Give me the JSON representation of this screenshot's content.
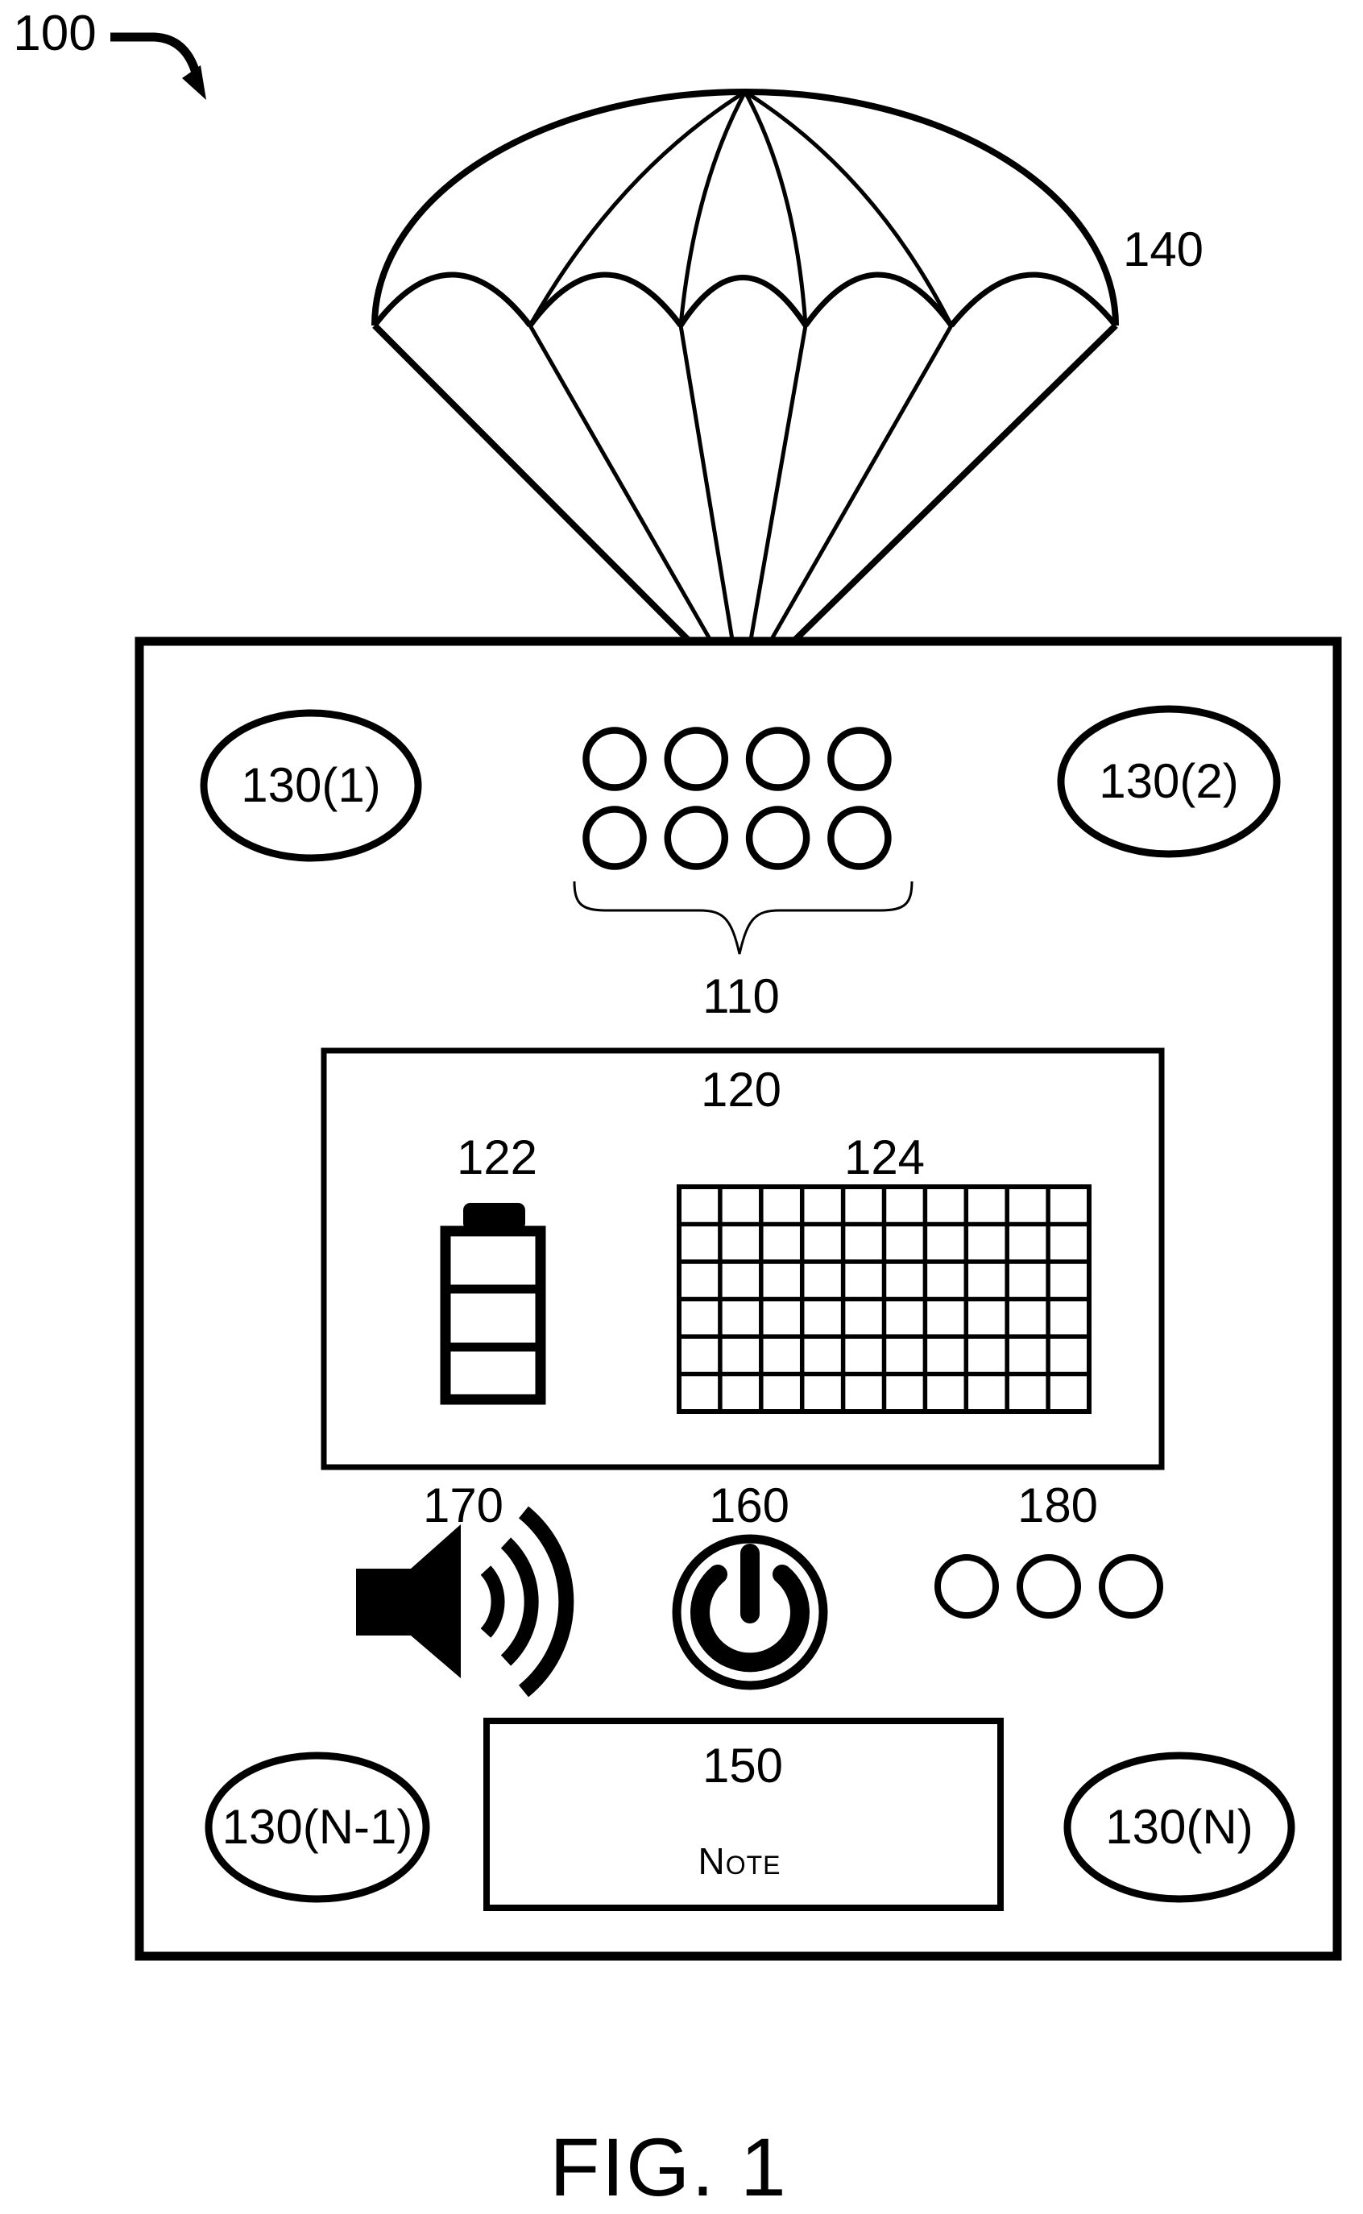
{
  "page": {
    "background": "#ffffff",
    "ink": "#000000"
  },
  "figure": {
    "ref_label": "100",
    "caption": "FIG. 1",
    "note_text": "Note"
  },
  "labels": {
    "parachute": "140",
    "port_group": "110",
    "inner_module": "120",
    "battery": "122",
    "solar_grid": "124",
    "note_box": "150",
    "power_button": "160",
    "speaker": "170",
    "indicators": "180",
    "oval_1": "130(1)",
    "oval_2": "130(2)",
    "oval_n_minus_1": "130(N-1)",
    "oval_n": "130(N)"
  },
  "icons": {
    "solar_grid": {
      "rows": 6,
      "cols": 10
    },
    "port_matrix": {
      "rows": 2,
      "cols": 4
    },
    "indicator_count": 3
  }
}
